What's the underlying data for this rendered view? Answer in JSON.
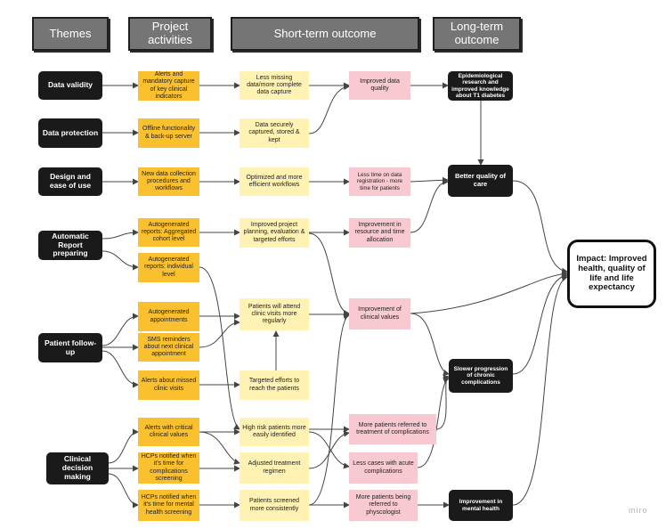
{
  "headers": {
    "themes": "Themes",
    "activities": "Project activities",
    "short_term": "Short-term outcome",
    "long_term": "Long-term outcome"
  },
  "themes": {
    "data_validity": "Data validity",
    "data_protection": "Data protection",
    "design_ease": "Design and ease of use",
    "auto_report": "Automatic Report preparing",
    "patient_followup": "Patient follow-up",
    "clinical_decision": "Clinical decision making"
  },
  "activities": {
    "alerts_mandatory": "Alerts and mandatory capture of key clinical indicators",
    "offline": "Offline functionality & back-up server",
    "new_procedures": "New data collection procedures and workflows",
    "report_cohort": "Autogenerated reports: Aggregated cohort level",
    "report_individual": "Autogenerated reports: individual level",
    "auto_appointments": "Autogenerated appointments",
    "sms": "SMS reminders about next clinical appointment",
    "missed_visits": "Alerts about missed clinic visits",
    "critical_values": "Alerts with critical clinical values",
    "hcp_complications": "HCPs notified when it's time for complications screening",
    "hcp_mental": "HCPs notified when it's time for mental health screening"
  },
  "short_term": {
    "less_missing": "Less missing data/more complete data capture",
    "secure": "Data securely captured, stored & kept",
    "optimized": "Optimized and more efficient workflows",
    "improved_planning": "Improved project planning, evaluation & targeted efforts",
    "attend": "Patients will attend clinic visits more regularly",
    "targeted": "Targeted efforts to reach the patients",
    "high_risk": "High risk patients more easily identified",
    "adjusted": "Adjusted treatment regimen",
    "screened": "Patients screened more consistently"
  },
  "mid_term": {
    "data_quality": "Improved data quality",
    "less_time": "Less time on data registration - more time for patients",
    "resource": "Improvement in resource and time allocation",
    "clinical_values": "Improvement of clinical values",
    "more_referred": "More patients referred to treatment of complications",
    "less_acute": "Less cases with acute complications",
    "psychologist": "More patients being referred to physcologist"
  },
  "long_term": {
    "epidemiological": "Epidemiological research and improved knowledge about T1 diabetes",
    "better_care": "Better quality of care",
    "slower_progression": "Slower progression of chronic complications",
    "mental_health": "Improvement in mental health"
  },
  "impact": "Impact: Improved health, quality of life and life expectancy",
  "brand": "miro"
}
